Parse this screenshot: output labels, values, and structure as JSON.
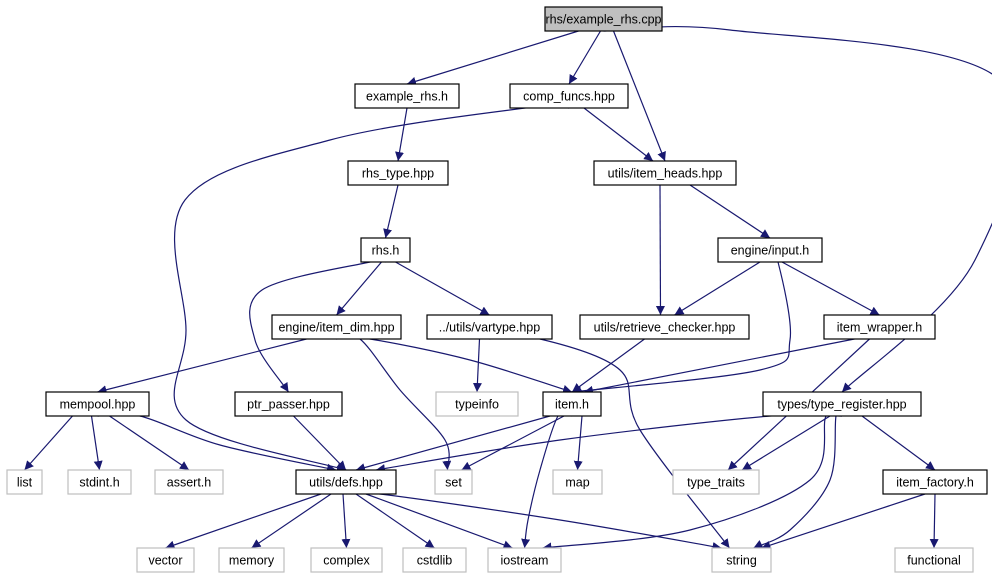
{
  "graph": {
    "nodes": {
      "root": {
        "label": "rhs/example_rhs.cpp",
        "style": "root"
      },
      "example_rhs": {
        "label": "example_rhs.h",
        "style": "normal"
      },
      "comp_funcs": {
        "label": "comp_funcs.hpp",
        "style": "normal"
      },
      "rhs_type": {
        "label": "rhs_type.hpp",
        "style": "normal"
      },
      "item_heads": {
        "label": "utils/item_heads.hpp",
        "style": "normal"
      },
      "rhs_h": {
        "label": "rhs.h",
        "style": "normal"
      },
      "engine_input": {
        "label": "engine/input.h",
        "style": "normal"
      },
      "item_dim": {
        "label": "engine/item_dim.hpp",
        "style": "normal"
      },
      "vartype": {
        "label": "../utils/vartype.hpp",
        "style": "normal"
      },
      "retrieve_checker": {
        "label": "utils/retrieve_checker.hpp",
        "style": "normal"
      },
      "item_wrapper": {
        "label": "item_wrapper.h",
        "style": "normal"
      },
      "mempool": {
        "label": "mempool.hpp",
        "style": "normal"
      },
      "ptr_passer": {
        "label": "ptr_passer.hpp",
        "style": "normal"
      },
      "typeinfo": {
        "label": "typeinfo",
        "style": "system"
      },
      "item_h": {
        "label": "item.h",
        "style": "normal"
      },
      "type_register": {
        "label": "types/type_register.hpp",
        "style": "normal"
      },
      "list": {
        "label": "list",
        "style": "system"
      },
      "stdint": {
        "label": "stdint.h",
        "style": "system"
      },
      "assert": {
        "label": "assert.h",
        "style": "system"
      },
      "defs": {
        "label": "utils/defs.hpp",
        "style": "normal"
      },
      "set": {
        "label": "set",
        "style": "system"
      },
      "map": {
        "label": "map",
        "style": "system"
      },
      "type_traits": {
        "label": "type_traits",
        "style": "system"
      },
      "item_factory": {
        "label": "item_factory.h",
        "style": "normal"
      },
      "vector": {
        "label": "vector",
        "style": "system"
      },
      "memory": {
        "label": "memory",
        "style": "system"
      },
      "complex": {
        "label": "complex",
        "style": "system"
      },
      "cstdlib": {
        "label": "cstdlib",
        "style": "system"
      },
      "iostream": {
        "label": "iostream",
        "style": "system"
      },
      "string": {
        "label": "string",
        "style": "system"
      },
      "functional": {
        "label": "functional",
        "style": "system"
      }
    },
    "edges": [
      [
        "root",
        "example_rhs"
      ],
      [
        "root",
        "comp_funcs"
      ],
      [
        "root",
        "item_heads"
      ],
      [
        "root",
        "type_register"
      ],
      [
        "example_rhs",
        "rhs_type"
      ],
      [
        "comp_funcs",
        "item_heads"
      ],
      [
        "comp_funcs",
        "defs"
      ],
      [
        "rhs_type",
        "rhs_h"
      ],
      [
        "item_heads",
        "engine_input"
      ],
      [
        "item_heads",
        "retrieve_checker"
      ],
      [
        "rhs_h",
        "item_dim"
      ],
      [
        "rhs_h",
        "vartype"
      ],
      [
        "rhs_h",
        "ptr_passer"
      ],
      [
        "engine_input",
        "retrieve_checker"
      ],
      [
        "engine_input",
        "item_wrapper"
      ],
      [
        "engine_input",
        "item_h"
      ],
      [
        "item_dim",
        "mempool"
      ],
      [
        "item_dim",
        "item_h"
      ],
      [
        "item_dim",
        "set"
      ],
      [
        "vartype",
        "typeinfo"
      ],
      [
        "vartype",
        "string"
      ],
      [
        "retrieve_checker",
        "item_h"
      ],
      [
        "item_wrapper",
        "item_h"
      ],
      [
        "item_wrapper",
        "type_traits"
      ],
      [
        "mempool",
        "list"
      ],
      [
        "mempool",
        "stdint"
      ],
      [
        "mempool",
        "assert"
      ],
      [
        "mempool",
        "defs"
      ],
      [
        "ptr_passer",
        "defs"
      ],
      [
        "item_h",
        "defs"
      ],
      [
        "item_h",
        "set"
      ],
      [
        "item_h",
        "map"
      ],
      [
        "item_h",
        "iostream"
      ],
      [
        "type_register",
        "defs"
      ],
      [
        "type_register",
        "type_traits"
      ],
      [
        "type_register",
        "item_factory"
      ],
      [
        "type_register",
        "iostream"
      ],
      [
        "type_register",
        "string"
      ],
      [
        "defs",
        "vector"
      ],
      [
        "defs",
        "memory"
      ],
      [
        "defs",
        "complex"
      ],
      [
        "defs",
        "cstdlib"
      ],
      [
        "defs",
        "iostream"
      ],
      [
        "defs",
        "string"
      ],
      [
        "item_factory",
        "string"
      ],
      [
        "item_factory",
        "functional"
      ]
    ],
    "colors": {
      "edge": "#191970",
      "normal_border": "#000000",
      "normal_fill": "#ffffff",
      "normal_text": "#000000",
      "system_border": "#bfbfbf",
      "system_fill": "#ffffff",
      "system_text": "#000000",
      "root_border": "#000000",
      "root_fill": "#bfbfbf"
    }
  }
}
